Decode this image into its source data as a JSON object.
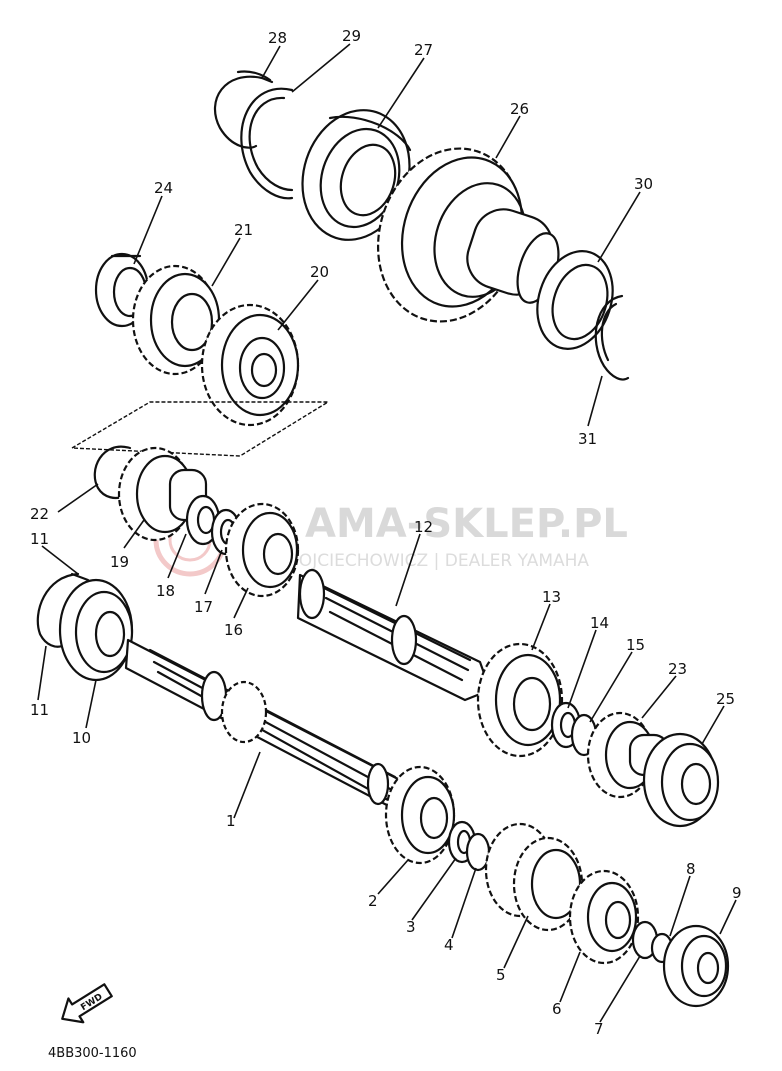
{
  "diagram": {
    "part_code": "4BB300-1160",
    "fwd_label": "FWD",
    "watermark": {
      "main": "AMA-SKLEP.PL",
      "sub": "WOJCIECHOWICZ | DEALER YAMAHA"
    },
    "callouts": [
      {
        "id": "28",
        "label": "28"
      },
      {
        "id": "29",
        "label": "29"
      },
      {
        "id": "27",
        "label": "27"
      },
      {
        "id": "26",
        "label": "26"
      },
      {
        "id": "30",
        "label": "30"
      },
      {
        "id": "31",
        "label": "31"
      },
      {
        "id": "24",
        "label": "24"
      },
      {
        "id": "21",
        "label": "21"
      },
      {
        "id": "20",
        "label": "20"
      },
      {
        "id": "22",
        "label": "22"
      },
      {
        "id": "19",
        "label": "19"
      },
      {
        "id": "18",
        "label": "18"
      },
      {
        "id": "17",
        "label": "17"
      },
      {
        "id": "16",
        "label": "16"
      },
      {
        "id": "12",
        "label": "12"
      },
      {
        "id": "13",
        "label": "13"
      },
      {
        "id": "14",
        "label": "14"
      },
      {
        "id": "15",
        "label": "15"
      },
      {
        "id": "23",
        "label": "23"
      },
      {
        "id": "25",
        "label": "25"
      },
      {
        "id": "11a",
        "label": "11"
      },
      {
        "id": "11b",
        "label": "11"
      },
      {
        "id": "10",
        "label": "10"
      },
      {
        "id": "1",
        "label": "1"
      },
      {
        "id": "2",
        "label": "2"
      },
      {
        "id": "3",
        "label": "3"
      },
      {
        "id": "4",
        "label": "4"
      },
      {
        "id": "5",
        "label": "5"
      },
      {
        "id": "6",
        "label": "6"
      },
      {
        "id": "7",
        "label": "7"
      },
      {
        "id": "8",
        "label": "8"
      },
      {
        "id": "9",
        "label": "9"
      }
    ]
  }
}
